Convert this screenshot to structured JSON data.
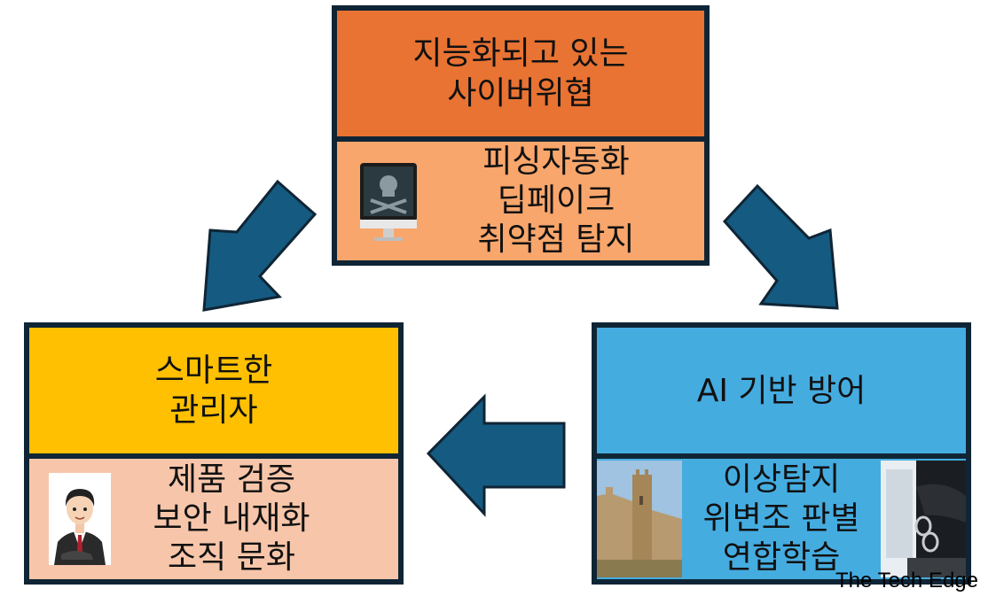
{
  "top": {
    "title": "지능화되고 있는\n사이버위협",
    "items": [
      "피싱자동화",
      "딥페이크",
      "취약점 탐지"
    ]
  },
  "left": {
    "title": "스마트한\n관리자",
    "items": [
      "제품 검증",
      "보안 내재화",
      "조직 문화"
    ]
  },
  "right": {
    "title": "AI 기반 방어",
    "items": [
      "이상탐지",
      "위변조 판별",
      "연합학습"
    ]
  },
  "watermark": "The Tech Edge",
  "colors": {
    "border": "#0f2535",
    "arrow": "#155a80",
    "top_header": "#e87333",
    "top_body": "#f8a66c",
    "left_header": "#fec000",
    "left_body": "#f7c6aa",
    "right_panel": "#45ace0"
  },
  "icons": {
    "top": "skull-monitor-icon",
    "left": "businessman-icon",
    "right_left": "castle-wall-photo",
    "right_right": "handcuffs-keyboard-photo"
  }
}
